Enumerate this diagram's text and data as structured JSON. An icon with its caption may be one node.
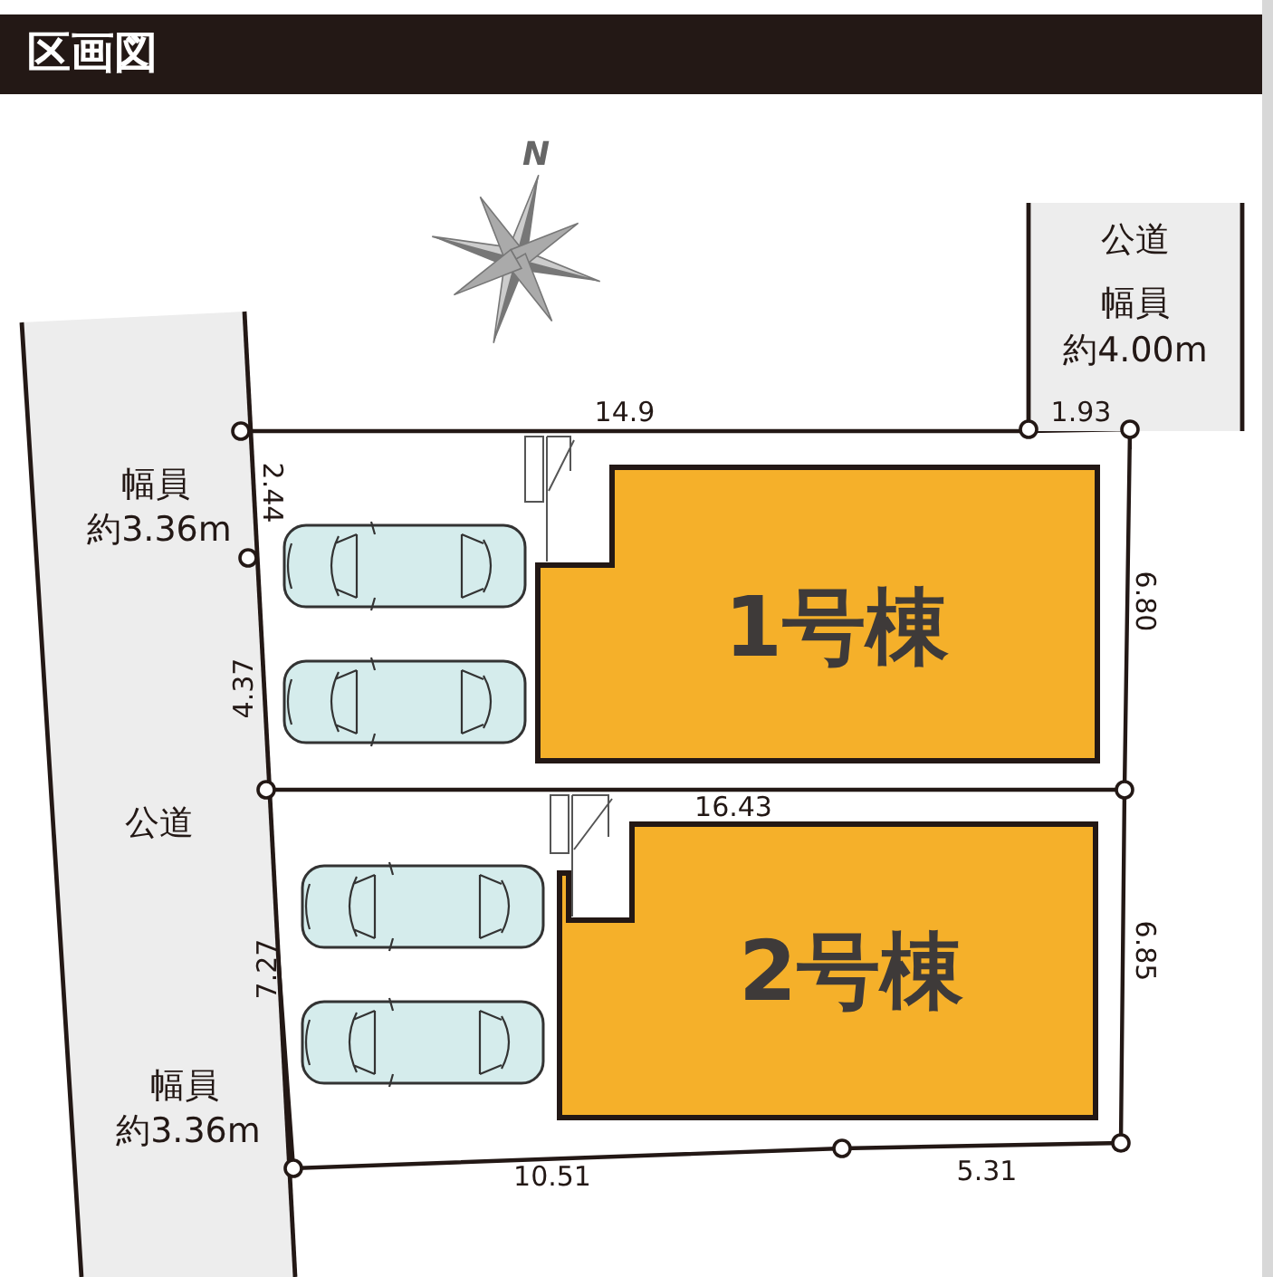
{
  "diagram": {
    "title": "区画図",
    "nodes": [
      {
        "text": [
          "公道",
          "幅員",
          "約4.00m"
        ]
      },
      {
        "text": [
          "幅員",
          "約3.36m",
          "公道",
          "幅員",
          "約3.36m"
        ]
      },
      {
        "text": [
          "1号棟"
        ]
      },
      {
        "text": [
          "2号棟"
        ]
      }
    ],
    "labels": [
      "N",
      "14.9",
      "1.93",
      "2.44",
      "6.80",
      "4.37",
      "16.43",
      "6.85",
      "7.27",
      "10.51",
      "5.31"
    ]
  }
}
